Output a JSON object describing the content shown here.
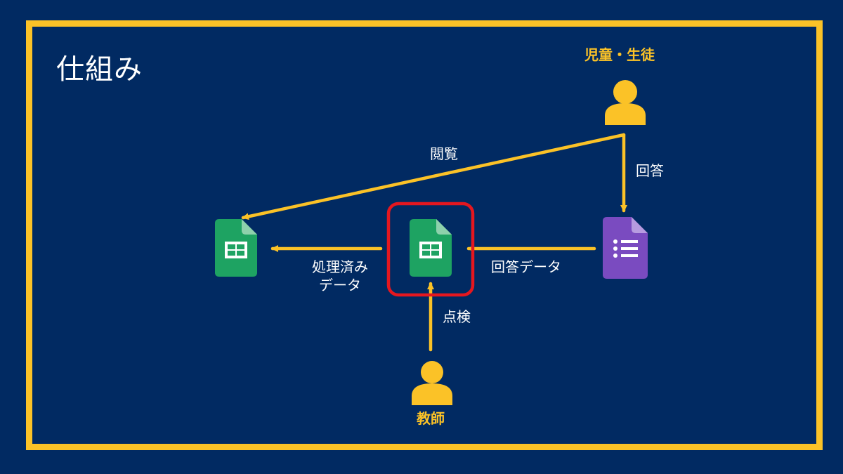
{
  "title": "仕組み",
  "actors": {
    "student": "児童・生徒",
    "teacher": "教師"
  },
  "edges": {
    "view": "閲覧",
    "answer": "回答",
    "answer_data": "回答データ",
    "processed_line1": "処理済み",
    "processed_line2": "データ",
    "inspect": "点検"
  },
  "colors": {
    "background": "#012a62",
    "accent": "#fbc227",
    "sheets": "#1ea362",
    "forms": "#7a4bc0",
    "highlight": "#e5171f"
  }
}
